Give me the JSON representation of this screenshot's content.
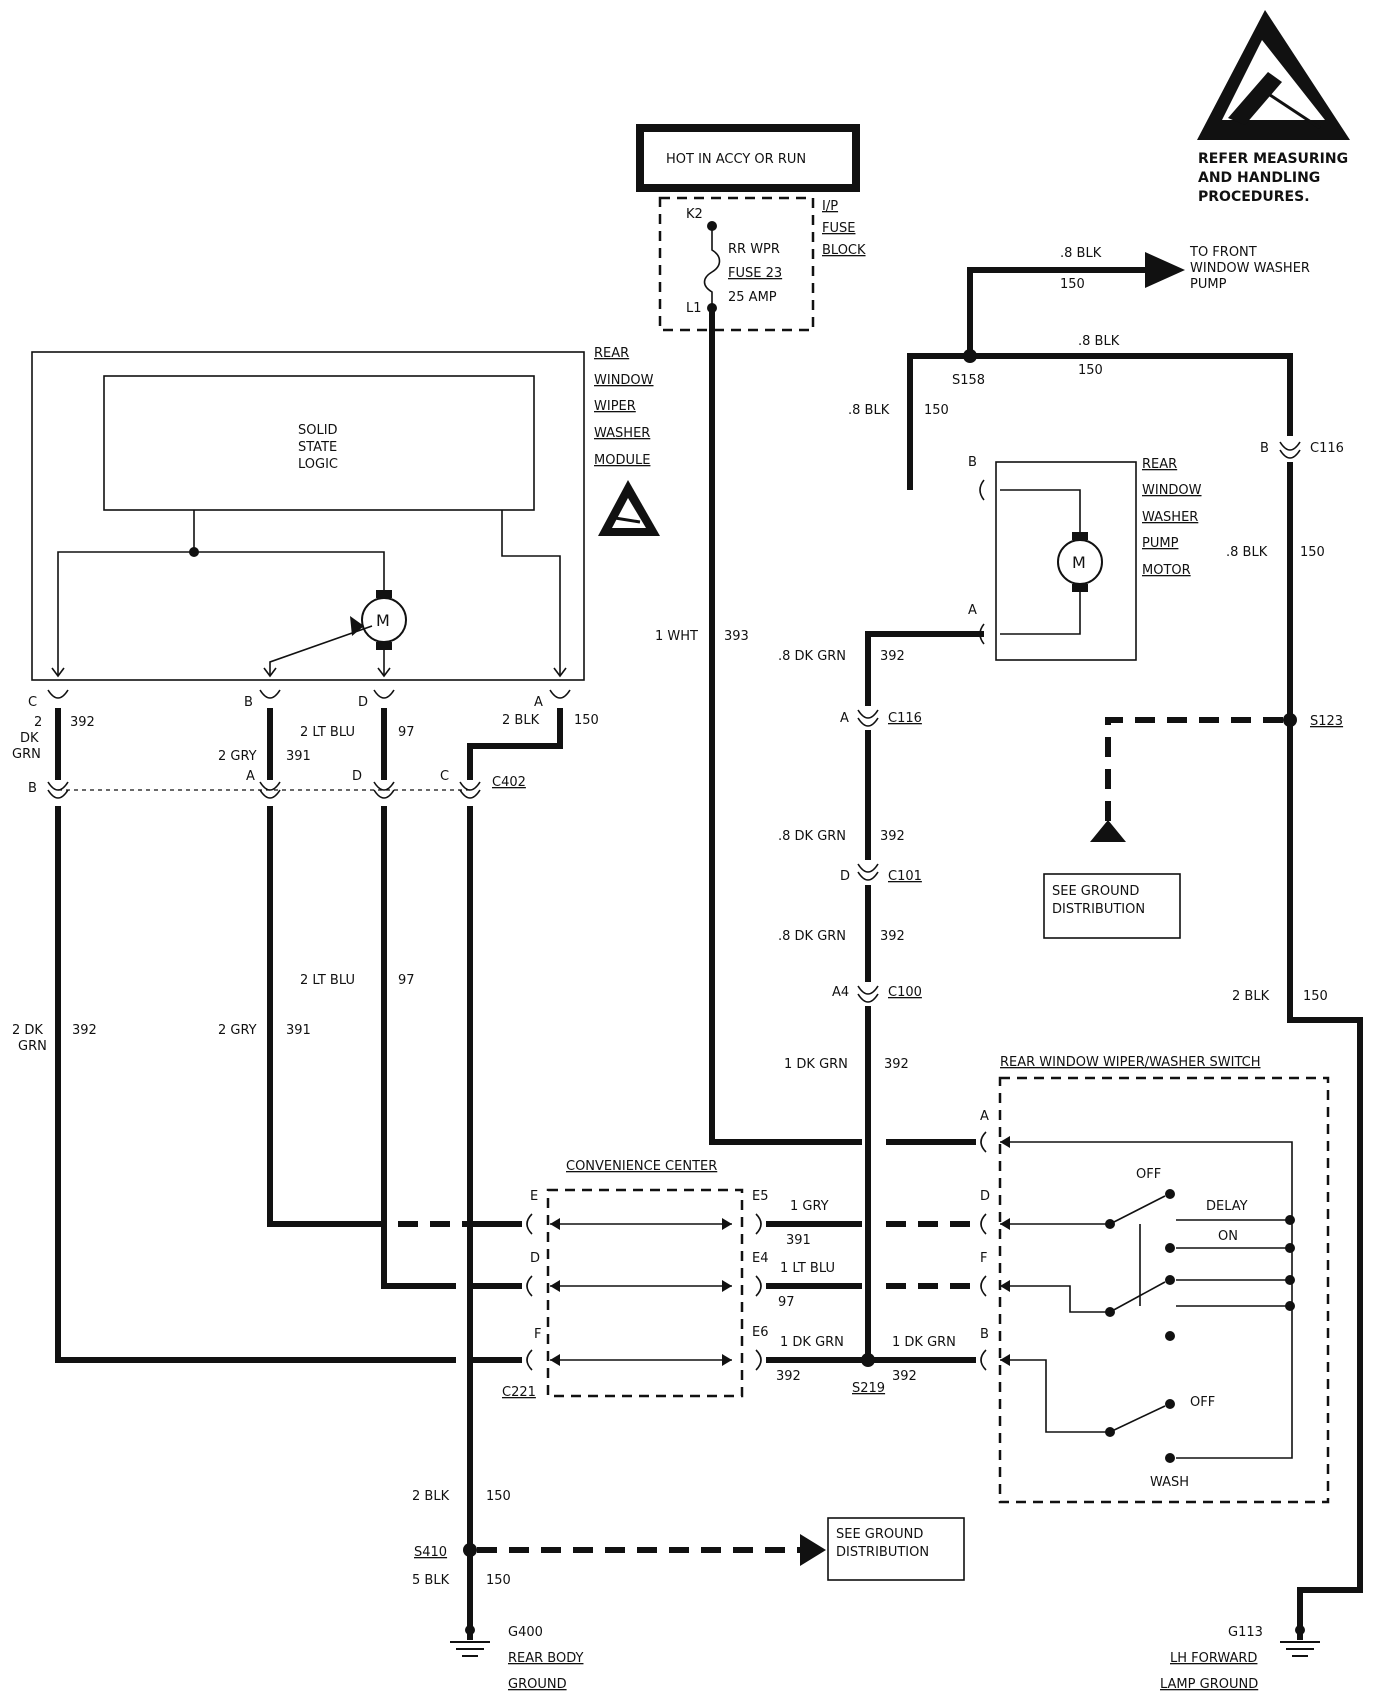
{
  "power": {
    "hot_label": "HOT IN ACCY OR RUN",
    "fuse_block_label": [
      "I/P",
      "FUSE",
      "BLOCK"
    ],
    "fuse_name": [
      "RR WPR",
      "FUSE 23"
    ],
    "fuse_rating": "25 AMP",
    "pin_in": "K2",
    "pin_out": "L1"
  },
  "esd_notice": [
    "REFER MEASURING",
    "AND HANDLING",
    "PROCEDURES."
  ],
  "module": {
    "title": [
      "REAR",
      "WINDOW",
      "WIPER",
      "WASHER",
      "MODULE"
    ],
    "logic_label": [
      "SOLID",
      "STATE",
      "LOGIC"
    ],
    "motor_symbol": "M",
    "pins": [
      "C",
      "B",
      "D",
      "A"
    ]
  },
  "pump_motor": {
    "title": [
      "REAR",
      "WINDOW",
      "WASHER",
      "PUMP",
      "MOTOR"
    ],
    "motor_symbol": "M",
    "pins": [
      "B",
      "A"
    ]
  },
  "front_washer": {
    "label": [
      "TO FRONT",
      "WINDOW WASHER",
      "PUMP"
    ],
    "wire": ".8 BLK",
    "circuit": "150"
  },
  "splices": {
    "s158": "S158",
    "s123": "S123",
    "s219": "S219",
    "s410": "S410"
  },
  "connectors": {
    "c116": "C116",
    "c402": "C402",
    "c101": "C101",
    "c100": "C100",
    "c221": "C221",
    "pin_a": "A",
    "pin_b": "B",
    "pin_c": "C",
    "pin_d": "D",
    "pin_a4": "A4",
    "pin_e": "E",
    "pin_f": "F",
    "pin_e5": "E5",
    "pin_e4": "E4",
    "pin_e6": "E6"
  },
  "wires": {
    "blk_08": ".8 BLK",
    "c150": "150",
    "dkgrn_08": ".8 DK GRN",
    "c392": "392",
    "wht_1": "1 WHT",
    "c393": "393",
    "dkgrn_1": "1 DK GRN",
    "gry_1": "1 GRY",
    "c391": "391",
    "ltblu_1": "1 LT BLU",
    "c97": "97",
    "blk_2": "2 BLK",
    "blk_5": "5 BLK",
    "gry_2": "2 GRY",
    "ltblu_2": "2 LT BLU",
    "dkgrn_2_stack": [
      "2",
      "DK",
      "GRN"
    ],
    "dkgrn_2_split": [
      "2 DK",
      "GRN"
    ]
  },
  "convenience_center": "CONVENIENCE CENTER",
  "switch": {
    "title": "REAR WINDOW WIPER/WASHER SWITCH",
    "pins": [
      "A",
      "D",
      "F",
      "B"
    ],
    "off": "OFF",
    "delay": "DELAY",
    "on": "ON",
    "off2": "OFF",
    "wash": "WASH"
  },
  "ground_ref": [
    "SEE GROUND",
    "DISTRIBUTION"
  ],
  "grounds": {
    "g400": [
      "G400",
      "REAR BODY",
      "GROUND"
    ],
    "g113": [
      "G113",
      "LH FORWARD",
      "LAMP GROUND"
    ]
  }
}
